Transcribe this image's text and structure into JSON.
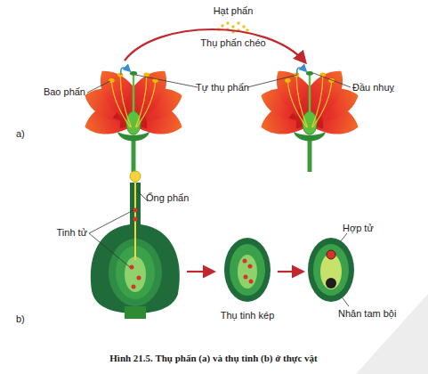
{
  "diagram": {
    "caption": "Hình 21.5. Thụ phấn (a) và thụ tinh (b) ở thực vật",
    "labels": [
      "Hạt phấn",
      "Thụ phấn chéo",
      "Bao phấn",
      "Tự thụ phấn",
      "Đầu nhuỵ",
      "a)",
      "Ống phấn",
      "Tinh tử",
      "Hợp tử",
      "b)",
      "Thụ tinh kép",
      "Nhân tam bội"
    ]
  }
}
